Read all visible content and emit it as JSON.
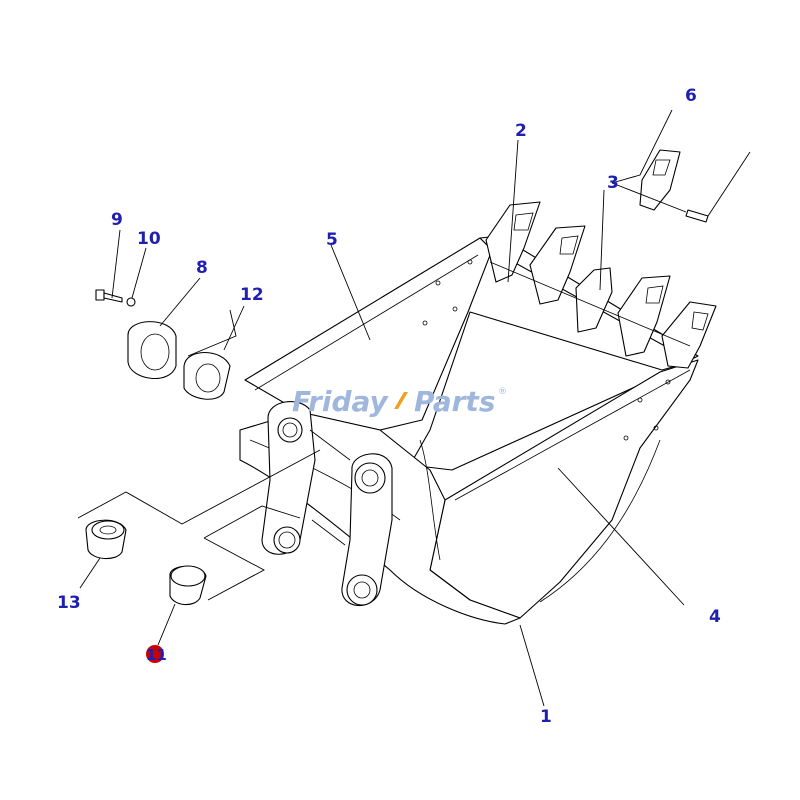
{
  "diagram": {
    "watermark": {
      "text_a": "Friday",
      "text_b": "Parts",
      "mark": "®",
      "color_a": "#9fb6dd",
      "color_b": "#f0a020"
    },
    "callout_color": "#1f1fb0",
    "highlight_color": "#cc0000",
    "callouts": [
      {
        "id": "c1",
        "label": "1"
      },
      {
        "id": "c2",
        "label": "2"
      },
      {
        "id": "c3",
        "label": "3"
      },
      {
        "id": "c4",
        "label": "4"
      },
      {
        "id": "c5",
        "label": "5"
      },
      {
        "id": "c6",
        "label": "6"
      },
      {
        "id": "c8",
        "label": "8"
      },
      {
        "id": "c9",
        "label": "9"
      },
      {
        "id": "c10",
        "label": "10"
      },
      {
        "id": "c11",
        "label": "11"
      },
      {
        "id": "c12",
        "label": "12"
      },
      {
        "id": "c13",
        "label": "13"
      }
    ]
  }
}
